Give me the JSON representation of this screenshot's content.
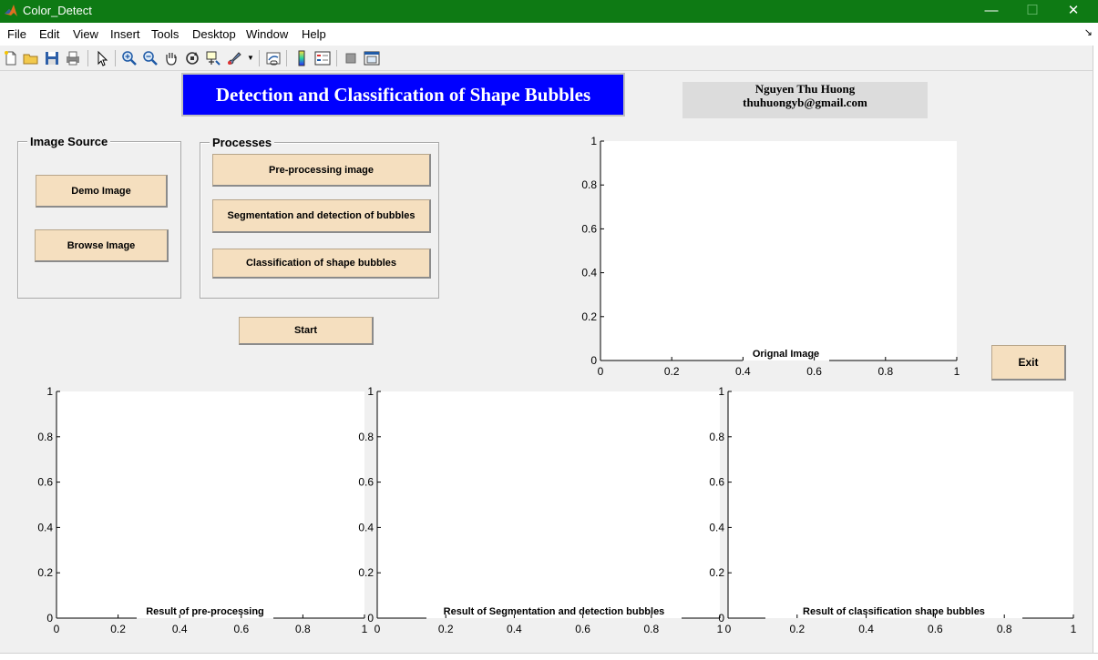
{
  "window": {
    "title": "Color_Detect"
  },
  "menu": {
    "items": [
      "File",
      "Edit",
      "View",
      "Insert",
      "Tools",
      "Desktop",
      "Window",
      "Help"
    ]
  },
  "toolbar": {
    "icons": [
      "new-file-icon",
      "open-file-icon",
      "save-icon",
      "print-icon",
      "pointer-icon",
      "zoom-in-icon",
      "zoom-out-icon",
      "pan-hand-icon",
      "rotate-3d-icon",
      "data-cursor-icon",
      "brush-icon",
      "link-plot-icon",
      "colorbar-icon",
      "legend-icon",
      "hide-plot-tools-icon",
      "show-plot-tools-icon"
    ]
  },
  "header": {
    "title": "Detection and Classification of Shape Bubbles",
    "author_name": "Nguyen Thu Huong",
    "author_email": "thuhuongyb@gmail.com"
  },
  "image_source": {
    "title": "Image Source",
    "demo_label": "Demo Image",
    "browse_label": "Browse Image"
  },
  "processes": {
    "title": "Processes",
    "preprocess_label": "Pre-processing image",
    "segment_label": "Segmentation and detection of bubbles",
    "classify_label": "Classification of shape bubbles"
  },
  "start_label": "Start",
  "exit_label": "Exit",
  "axes": {
    "original": {
      "label": "Orignal Image"
    },
    "preprocessing": {
      "label": "Result of pre-processing"
    },
    "segmentation": {
      "label": "Result of Segmentation and detection bubbles"
    },
    "classification": {
      "label": "Result of classification shape bubbles"
    }
  },
  "chart_data": [
    {
      "type": "scatter",
      "xlabel": "Orignal Image",
      "ylabel": "",
      "xlim": [
        0,
        1
      ],
      "ylim": [
        0,
        1
      ],
      "x_ticks": [
        "0",
        "0.2",
        "0.4",
        "0.6",
        "0.8",
        "1"
      ],
      "y_ticks": [
        "0",
        "0.2",
        "0.4",
        "0.6",
        "0.8",
        "1"
      ],
      "series": []
    },
    {
      "type": "scatter",
      "xlabel": "Result of pre-processing",
      "ylabel": "",
      "xlim": [
        0,
        1
      ],
      "ylim": [
        0,
        1
      ],
      "x_ticks": [
        "0",
        "0.2",
        "0.4",
        "0.6",
        "0.8",
        "1"
      ],
      "y_ticks": [
        "0",
        "0.2",
        "0.4",
        "0.6",
        "0.8",
        "1"
      ],
      "series": []
    },
    {
      "type": "scatter",
      "xlabel": "Result of Segmentation and detection bubbles",
      "ylabel": "",
      "xlim": [
        0,
        1
      ],
      "ylim": [
        0,
        1
      ],
      "x_ticks": [
        "0",
        "0.2",
        "0.4",
        "0.6",
        "0.8",
        "1"
      ],
      "y_ticks": [
        "0",
        "0.2",
        "0.4",
        "0.6",
        "0.8",
        "1"
      ],
      "series": []
    },
    {
      "type": "scatter",
      "xlabel": "Result of classification shape bubbles",
      "ylabel": "",
      "xlim": [
        0,
        1
      ],
      "ylim": [
        0,
        1
      ],
      "x_ticks": [
        "0",
        "0.2",
        "0.4",
        "0.6",
        "0.8",
        "1"
      ],
      "y_ticks": [
        "0",
        "0.2",
        "0.4",
        "0.6",
        "0.8",
        "1"
      ],
      "series": []
    }
  ]
}
